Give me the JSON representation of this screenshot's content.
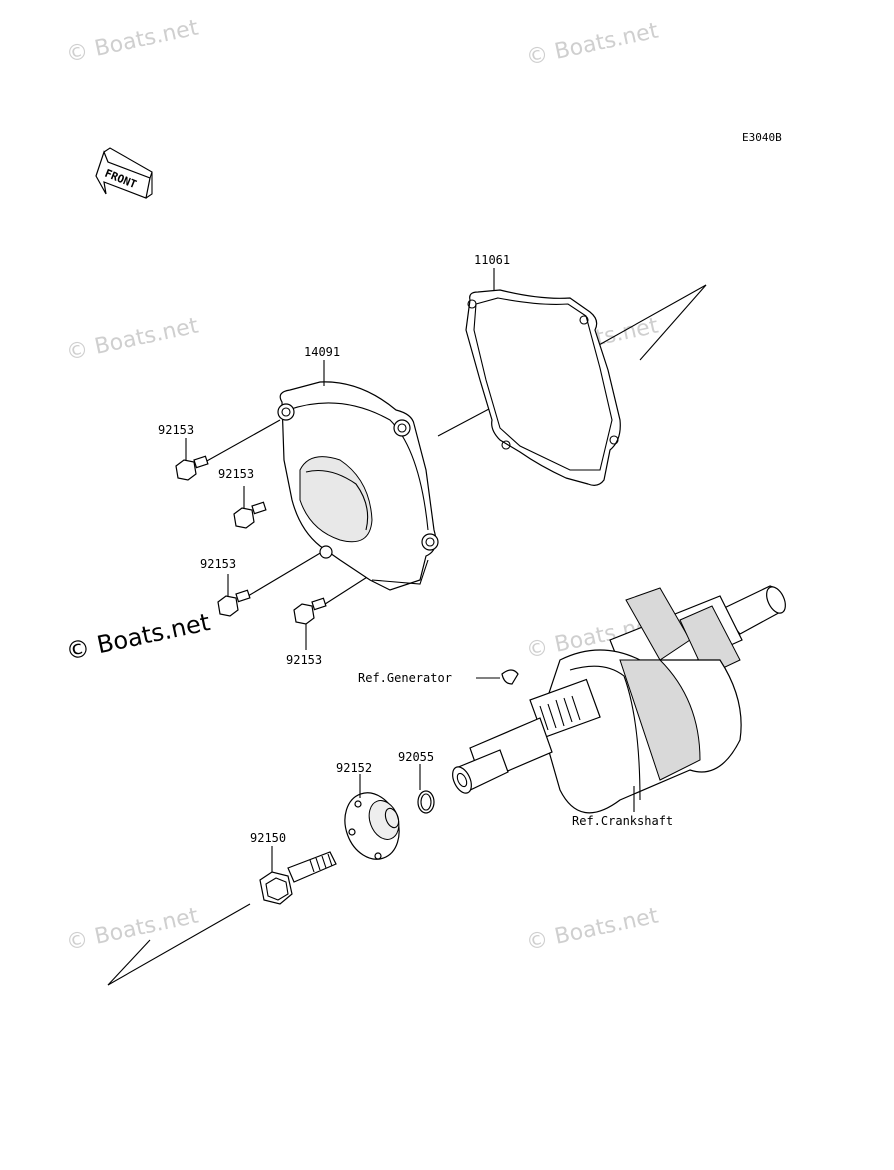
{
  "diagram_code": "E3040B",
  "front_label": "FRONT",
  "watermarks": [
    "© Boats.net",
    "© Boats.net",
    "© Boats.net",
    "© Boats.net",
    "© Boats.net",
    "© Boats.net",
    "© Boats.net"
  ],
  "parts": {
    "gasket": "11061",
    "cover": "14091",
    "bolt_1": "92153",
    "bolt_2": "92153",
    "bolt_3": "92153",
    "bolt_4": "92153",
    "o_ring": "92055",
    "flange": "92152",
    "flange_bolt": "92150"
  },
  "references": {
    "generator": "Ref.Generator",
    "crankshaft": "Ref.Crankshaft"
  }
}
